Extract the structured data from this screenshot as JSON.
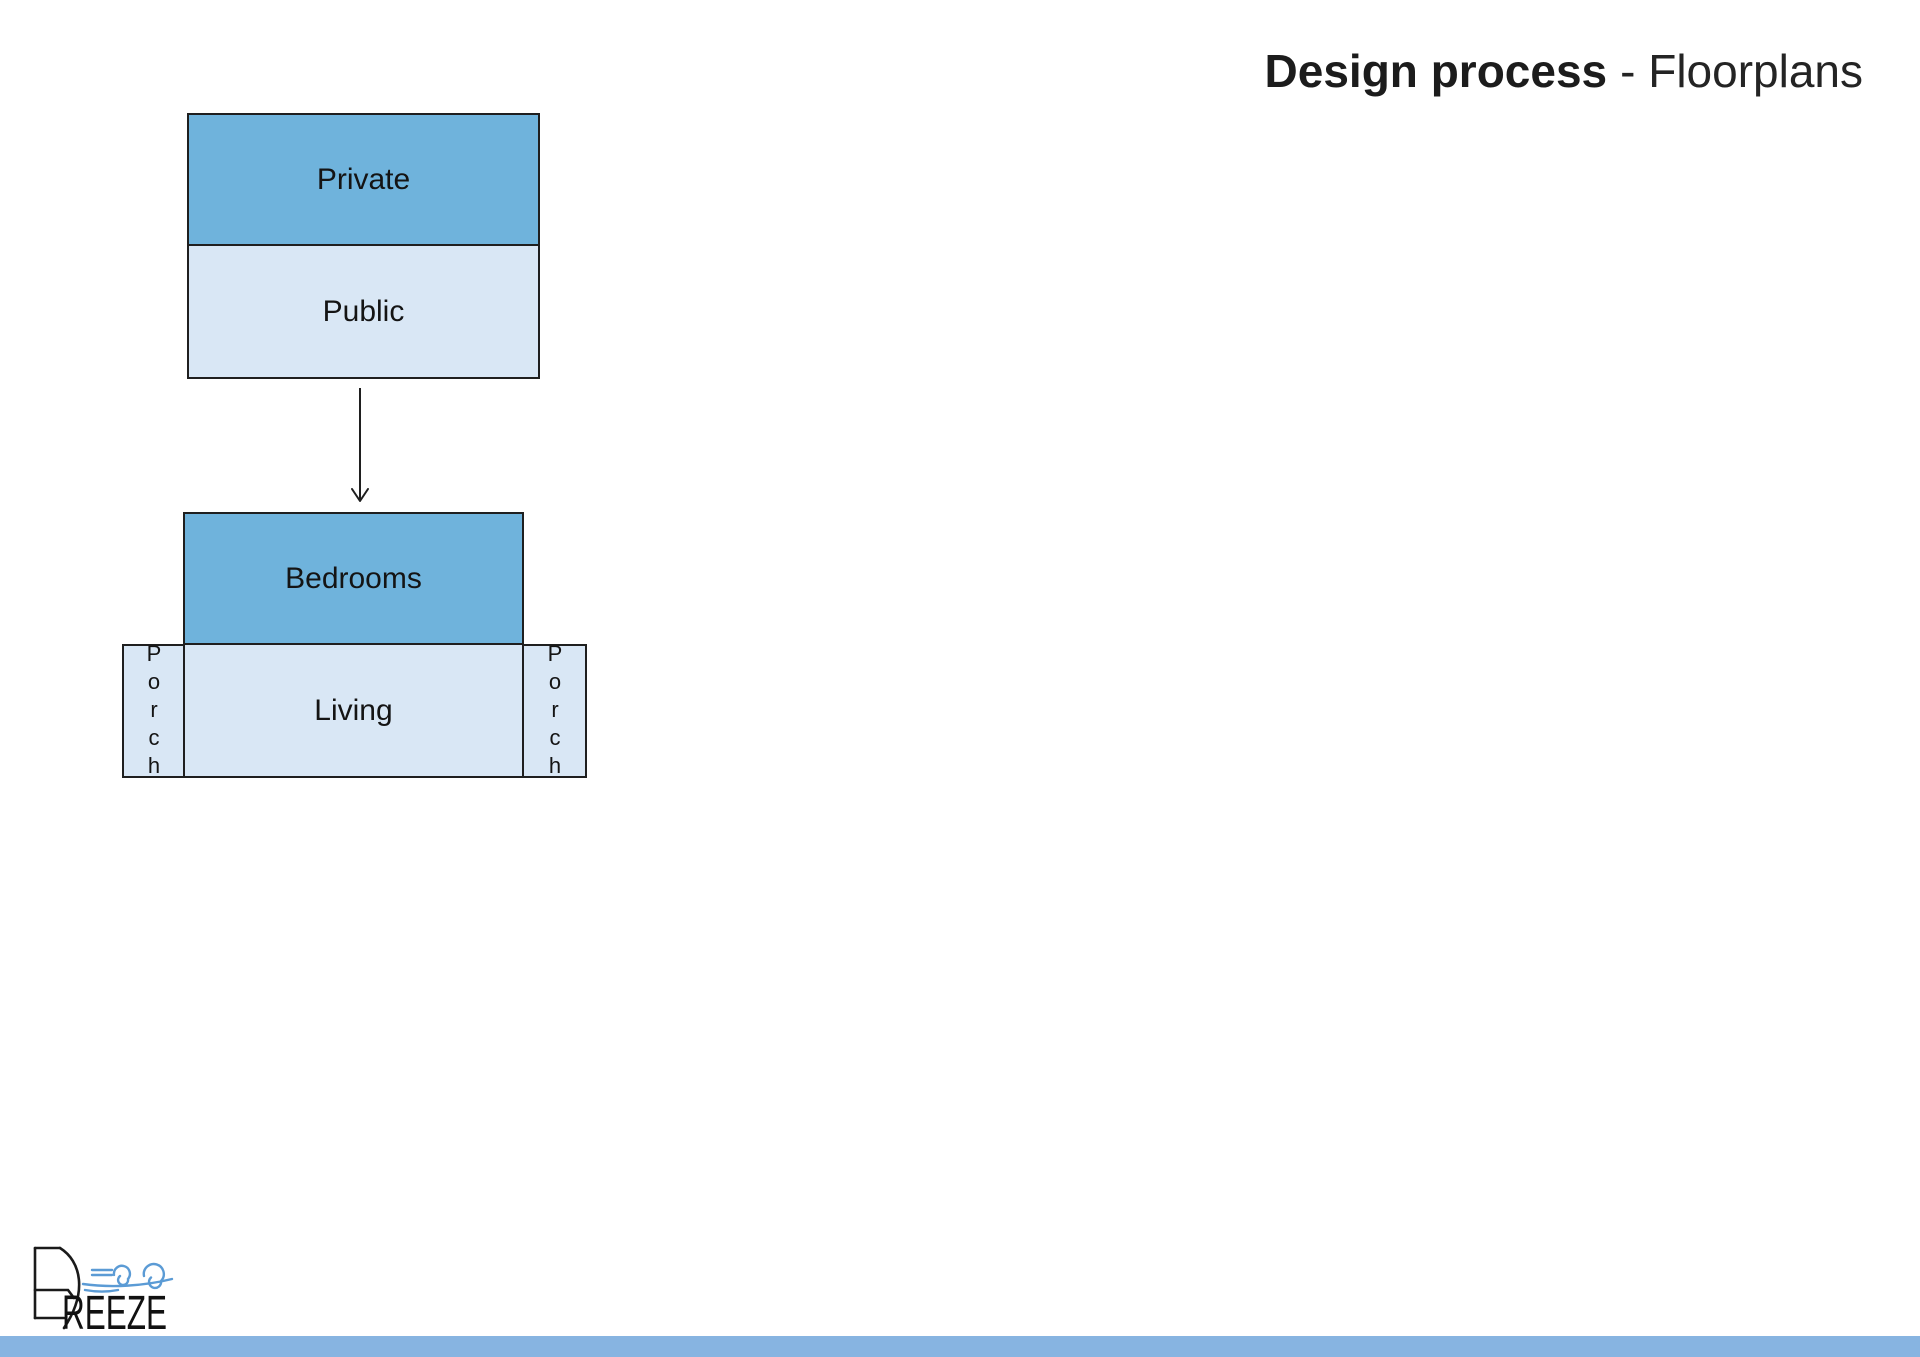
{
  "title": {
    "bold": "Design process",
    "rest": "- Floorplans"
  },
  "diagram": {
    "concept": {
      "private": "Private",
      "public": "Public"
    },
    "plan": {
      "bedrooms": "Bedrooms",
      "living": "Living",
      "porch_left": "Porch",
      "porch_right": "Porch"
    }
  },
  "logo": {
    "wordmark": "REEZE"
  },
  "colors": {
    "zone_dark_blue": "#6FB3DC",
    "zone_light_blue": "#D9E7F5",
    "outline": "#1F1F1F",
    "footer_bar_blue": "#87B4E1",
    "logo_wind_blue": "#5B9BD5",
    "text": "#1C1C1C"
  }
}
